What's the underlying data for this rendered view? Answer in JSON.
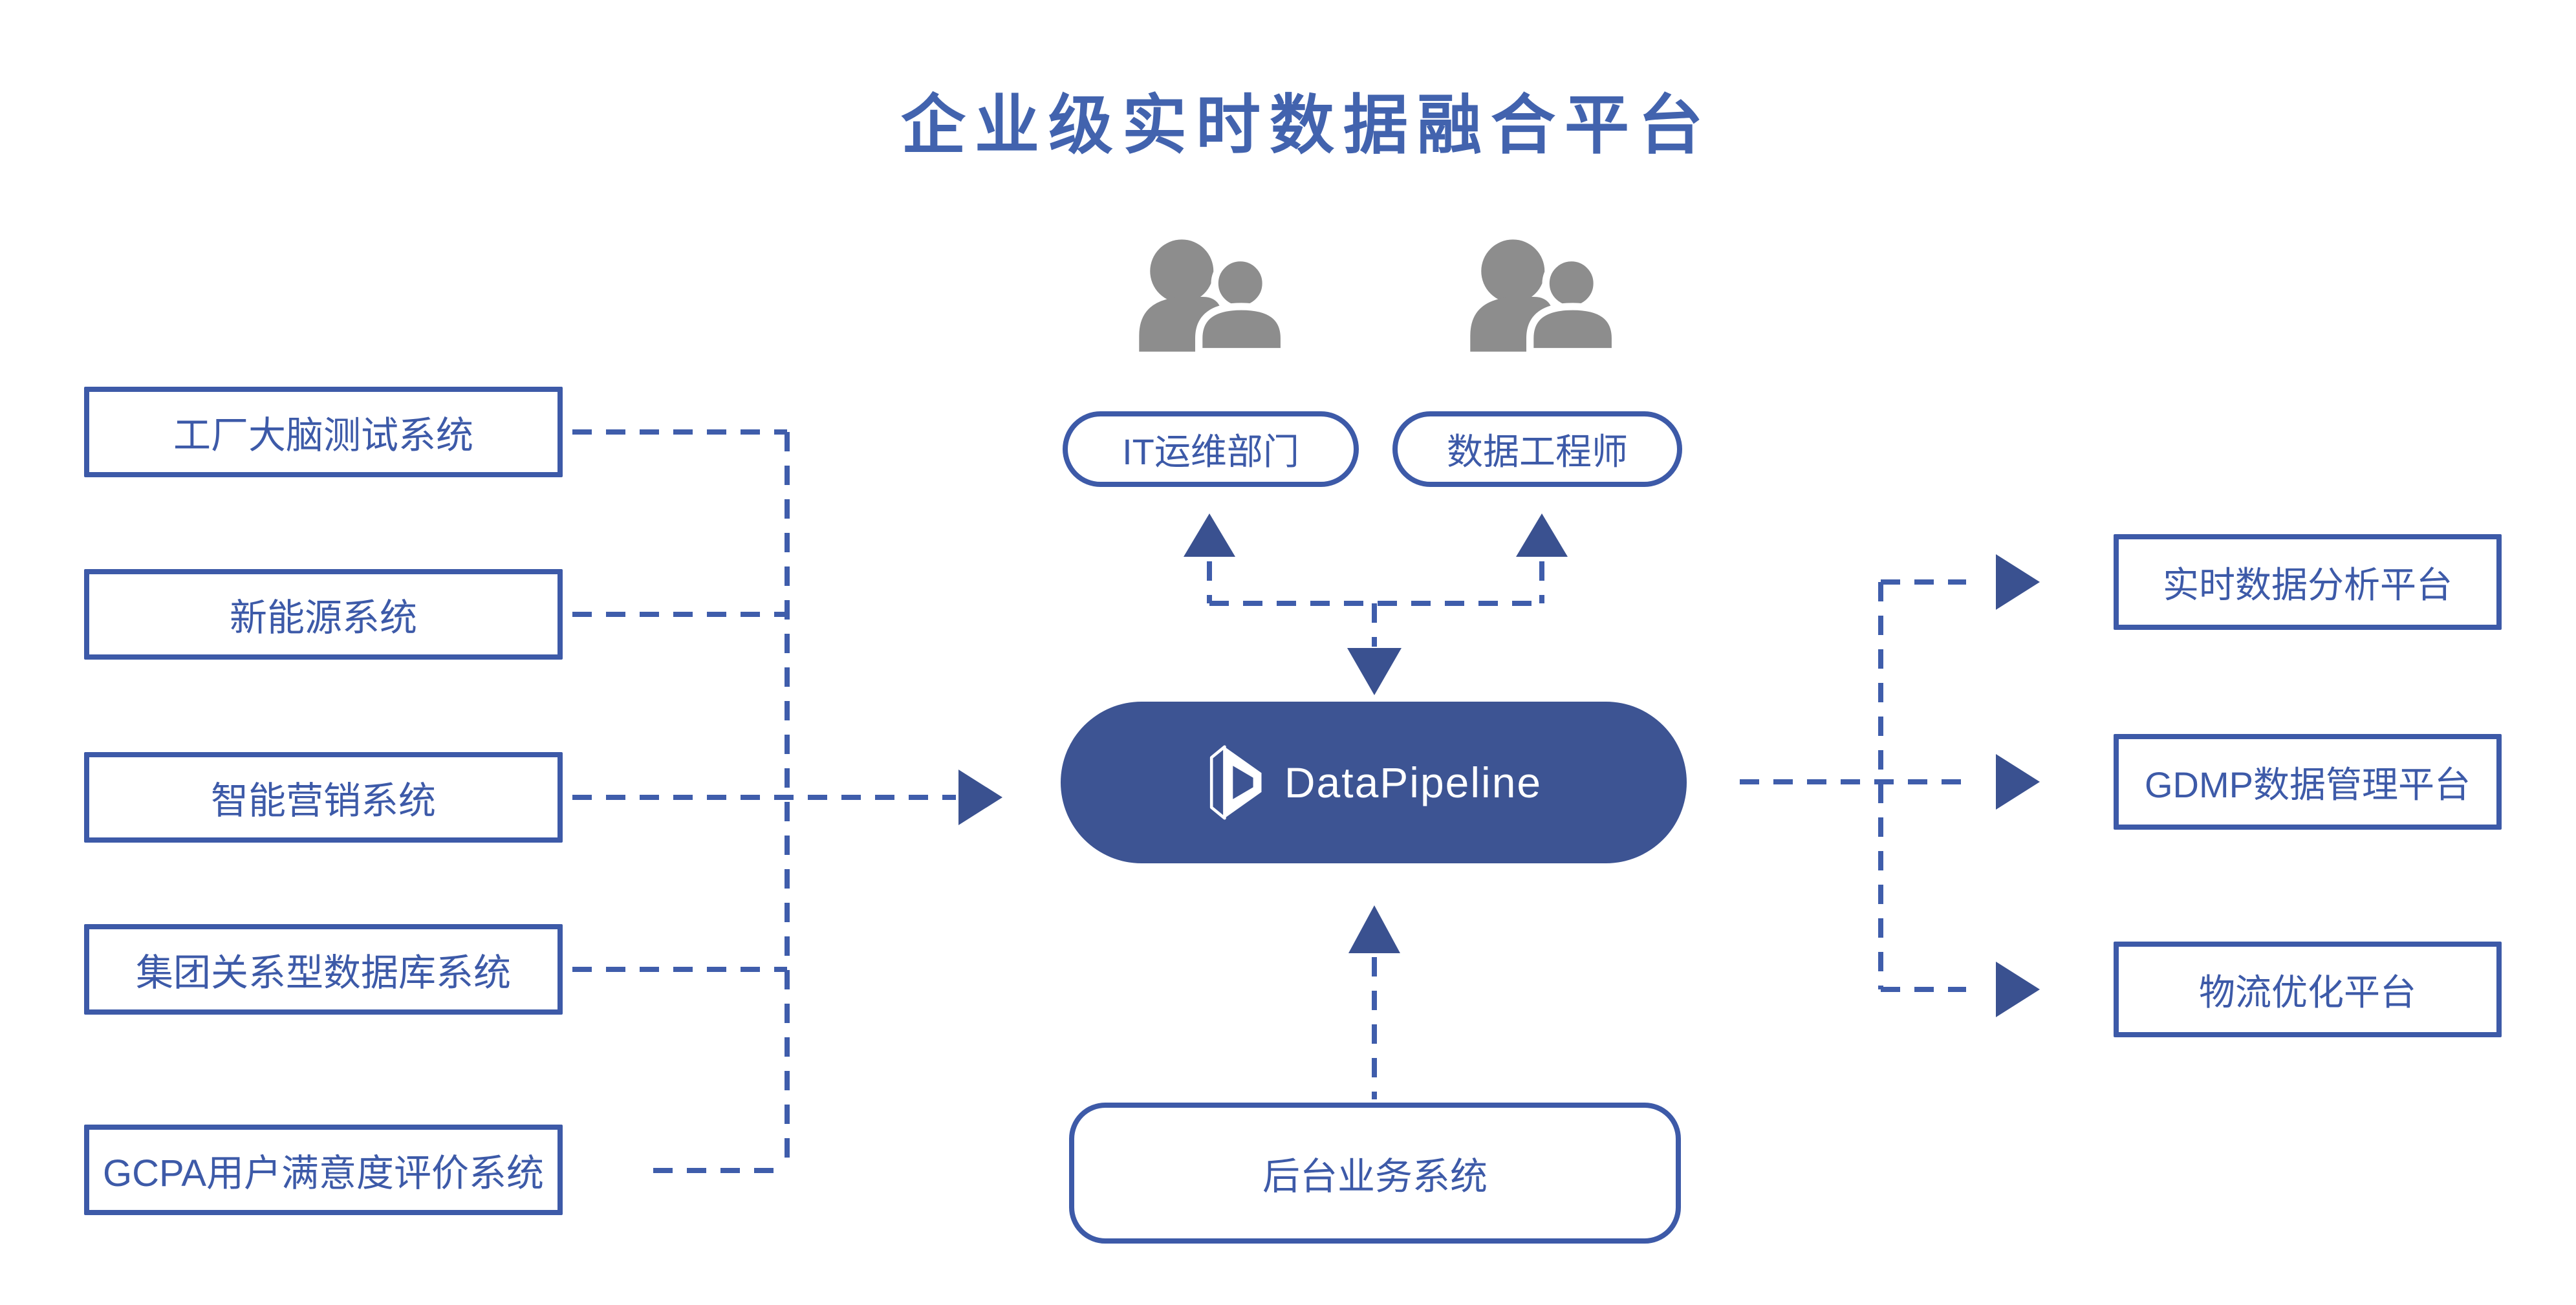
{
  "title": "企业级实时数据融合平台",
  "colors": {
    "line_blue": "#3d5aa8",
    "title_blue": "#4263ae",
    "arrow_fill_blue": "#3a5190",
    "platform_pill_blue": "#3d5493",
    "people_icon_gray": "#8d8d8d"
  },
  "left_sources": [
    {
      "label": "工厂大脑测试系统"
    },
    {
      "label": "新能源系统"
    },
    {
      "label": "智能营销系统"
    },
    {
      "label": "集团关系型数据库系统"
    },
    {
      "label": "GCPA用户满意度评价系统"
    }
  ],
  "roles": [
    {
      "label": "IT运维部门",
      "icon": "users-icon"
    },
    {
      "label": "数据工程师",
      "icon": "users-icon"
    }
  ],
  "center_platform": {
    "brand": "DataPipeline",
    "icon": "datapipeline-prism-icon"
  },
  "bottom_source": {
    "label": "后台业务系统"
  },
  "right_targets": [
    {
      "label": "实时数据分析平台"
    },
    {
      "label": "GDMP数据管理平台"
    },
    {
      "label": "物流优化平台"
    }
  ]
}
